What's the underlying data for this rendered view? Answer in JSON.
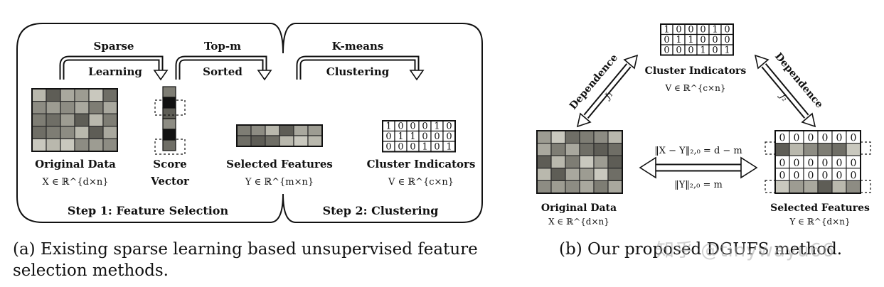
{
  "panel_a": {
    "arrow1_top": "Sparse",
    "arrow1_bottom": "Learning",
    "arrow2_top": "Top-m",
    "arrow2_bottom": "Sorted",
    "arrow3_top": "K-means",
    "arrow3_bottom": "Clustering",
    "original_data_label": "Original Data",
    "original_data_math": "X ∈ ℝ^{d×n}",
    "score_label": "Score",
    "score_label2": "Vector",
    "selected_label": "Selected Features",
    "selected_math": "Y ∈ ℝ^{m×n}",
    "cluster_label": "Cluster Indicators",
    "cluster_math": "V ∈ ℝ^{c×n}",
    "step1": "Step 1: Feature Selection",
    "step2": "Step 2: Clustering",
    "cluster_matrix": [
      [
        "1",
        "0",
        "0",
        "0",
        "1",
        "0"
      ],
      [
        "0",
        "1",
        "1",
        "0",
        "0",
        "0"
      ],
      [
        "0",
        "0",
        "0",
        "1",
        "0",
        "1"
      ]
    ]
  },
  "panel_b": {
    "cluster_label": "Cluster Indicators",
    "cluster_math": "V ∈ ℝ^{c×n}",
    "dependence_left": "Dependence",
    "dependence_right": "Dependence",
    "j1": "J₁",
    "j2": "J₂",
    "constraint1": "‖X − Y‖₂,₀ = d − m",
    "constraint2": "‖Y‖₂,₀ = m",
    "original_data_label": "Original Data",
    "original_data_math": "X ∈ ℝ^{d×n}",
    "selected_label": "Selected Features",
    "selected_math": "Y ∈ ℝ^{d×n}",
    "cluster_matrix": [
      [
        "1",
        "0",
        "0",
        "0",
        "1",
        "0"
      ],
      [
        "0",
        "1",
        "1",
        "0",
        "0",
        "0"
      ],
      [
        "0",
        "0",
        "0",
        "1",
        "0",
        "1"
      ]
    ],
    "zero_row": [
      "0",
      "0",
      "0",
      "0",
      "0",
      "0"
    ]
  },
  "caption_a_line1": "(a) Existing sparse learning based unsupervised feature",
  "caption_a_line2": "selection methods.",
  "caption_b": "(b) Our proposed DGUFS method.",
  "watermark": "知乎 @tinywayu66",
  "colors": {
    "stroke": "#111111",
    "background": "#ffffff"
  }
}
